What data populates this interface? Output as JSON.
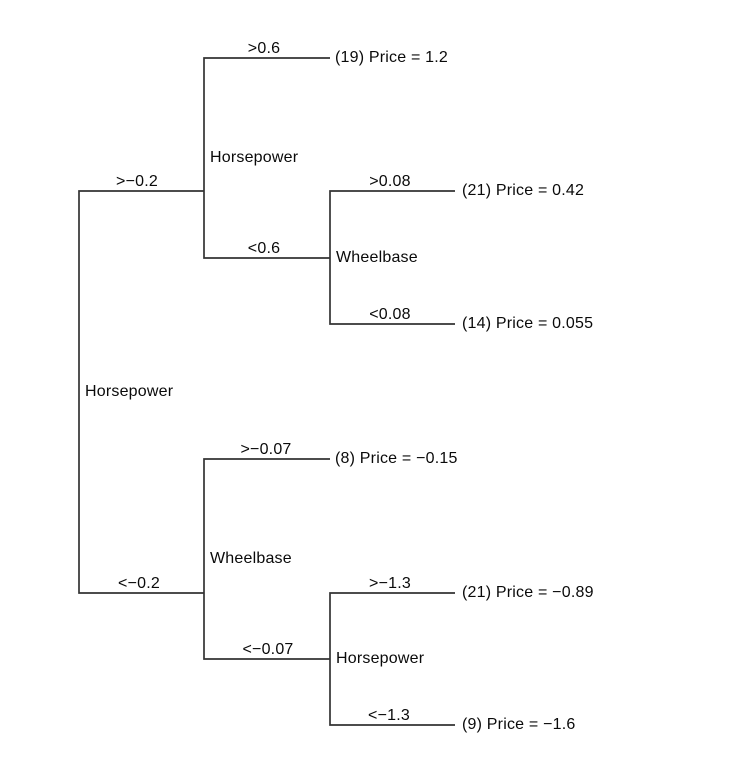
{
  "diagram": {
    "type": "regression-tree-plot",
    "orientation": "horizontal",
    "background_color": "#ffffff",
    "line_color": "#333333",
    "text_color": "#0a0a0a"
  },
  "tree": {
    "nodes": [
      {
        "id": "root",
        "label": "Horsepower"
      },
      {
        "id": "upper-split",
        "label": "Horsepower"
      },
      {
        "id": "upper-right-split",
        "label": "Wheelbase"
      },
      {
        "id": "lower-split",
        "label": "Wheelbase"
      },
      {
        "id": "lower-right-split",
        "label": "Horsepower"
      }
    ],
    "edges": [
      {
        "id": "root-gt",
        "label": ">−0.2"
      },
      {
        "id": "root-lt",
        "label": "<−0.2"
      },
      {
        "id": "upper-gt",
        "label": ">0.6"
      },
      {
        "id": "upper-lt",
        "label": "<0.6"
      },
      {
        "id": "upper-right-gt",
        "label": ">0.08"
      },
      {
        "id": "upper-right-lt",
        "label": "<0.08"
      },
      {
        "id": "lower-gt",
        "label": ">−0.07"
      },
      {
        "id": "lower-lt",
        "label": "<−0.07"
      },
      {
        "id": "lower-right-gt",
        "label": ">−1.3"
      },
      {
        "id": "lower-right-lt",
        "label": "<−1.3"
      }
    ],
    "leaves": [
      {
        "label": "(19) Price = 1.2",
        "n": 19,
        "price": 1.2
      },
      {
        "label": "(21) Price = 0.42",
        "n": 21,
        "price": 0.42
      },
      {
        "label": "(14) Price = 0.055",
        "n": 14,
        "price": 0.055
      },
      {
        "label": "(8) Price = −0.15",
        "n": 8,
        "price": -0.15
      },
      {
        "label": "(21) Price = −0.89",
        "n": 21,
        "price": -0.89
      },
      {
        "label": "(9) Price = −1.6",
        "n": 9,
        "price": -1.6
      }
    ],
    "structure": {
      "variable": "Horsepower",
      "branches": [
        {
          "condition": ">−0.2",
          "child": {
            "variable": "Horsepower",
            "branches": [
              {
                "condition": ">0.6",
                "leaf": {
                  "n": 19,
                  "price": 1.2
                }
              },
              {
                "condition": "<0.6",
                "child": {
                  "variable": "Wheelbase",
                  "branches": [
                    {
                      "condition": ">0.08",
                      "leaf": {
                        "n": 21,
                        "price": 0.42
                      }
                    },
                    {
                      "condition": "<0.08",
                      "leaf": {
                        "n": 14,
                        "price": 0.055
                      }
                    }
                  ]
                }
              }
            ]
          }
        },
        {
          "condition": "<−0.2",
          "child": {
            "variable": "Wheelbase",
            "branches": [
              {
                "condition": ">−0.07",
                "leaf": {
                  "n": 8,
                  "price": -0.15
                }
              },
              {
                "condition": "<−0.07",
                "child": {
                  "variable": "Horsepower",
                  "branches": [
                    {
                      "condition": ">−1.3",
                      "leaf": {
                        "n": 21,
                        "price": -0.89
                      }
                    },
                    {
                      "condition": "<−1.3",
                      "leaf": {
                        "n": 9,
                        "price": -1.6
                      }
                    }
                  ]
                }
              }
            ]
          }
        }
      ]
    }
  }
}
